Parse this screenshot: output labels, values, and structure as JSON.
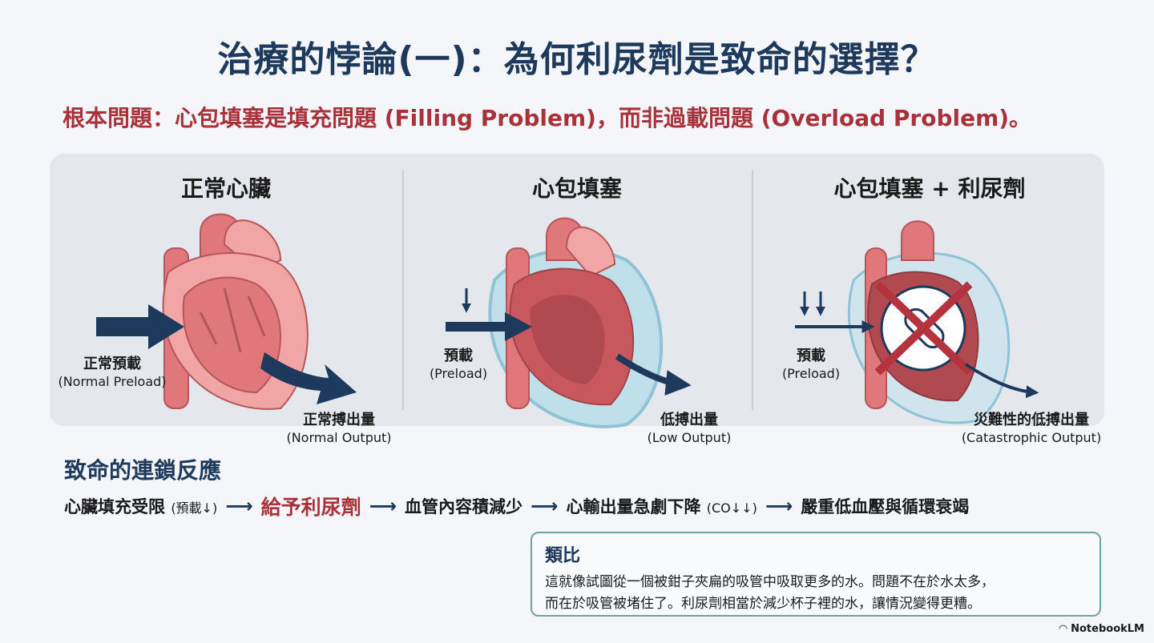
{
  "title": "治療的悖論(一)：為何利尿劑是致命的選擇？",
  "subtitle": "根本問題：心包填塞是填充問題 (Filling Problem)，而非過載問題 (Overload Problem)。",
  "panels": [
    {
      "title": "正常心臟",
      "preload_zh": "正常預載",
      "preload_en": "(Normal Preload)",
      "output_zh": "正常搏出量",
      "output_en": "(Normal Output)"
    },
    {
      "title": "心包填塞",
      "preload_zh": "預載",
      "preload_en": "(Preload)",
      "output_zh": "低搏出量",
      "output_en": "(Low Output)"
    },
    {
      "title": "心包填塞 + 利尿劑",
      "preload_zh": "預載",
      "preload_en": "(Preload)",
      "output_zh": "災難性的低搏出量",
      "output_en": "(Catastrophic Output)"
    }
  ],
  "chain": {
    "title": "致命的連鎖反應",
    "step1": "心臟填充受限",
    "step1_note": "(預載↓)",
    "step2": "給予利尿劑",
    "step3": "血管內容積減少",
    "step4": "心輸出量急劇下降",
    "step4_note": "(CO↓↓)",
    "step5": "嚴重低血壓與循環衰竭",
    "arrow": "⟶"
  },
  "analogy": {
    "title": "類比",
    "line1": "這就像試圖從一個被鉗子夾扁的吸管中吸取更多的水。問題不在於水太多，",
    "line2": "而在於吸管被堵住了。利尿劑相當於減少杯子裡的水，讓情況變得更糟。"
  },
  "brand": "NotebookLM",
  "colors": {
    "navy": "#1d3a5c",
    "red": "#a8323a",
    "heart": "#e0777a",
    "heart_light": "#f1a5a4",
    "pericardium": "#8fc3d6",
    "teal": "#6fa3a0"
  }
}
